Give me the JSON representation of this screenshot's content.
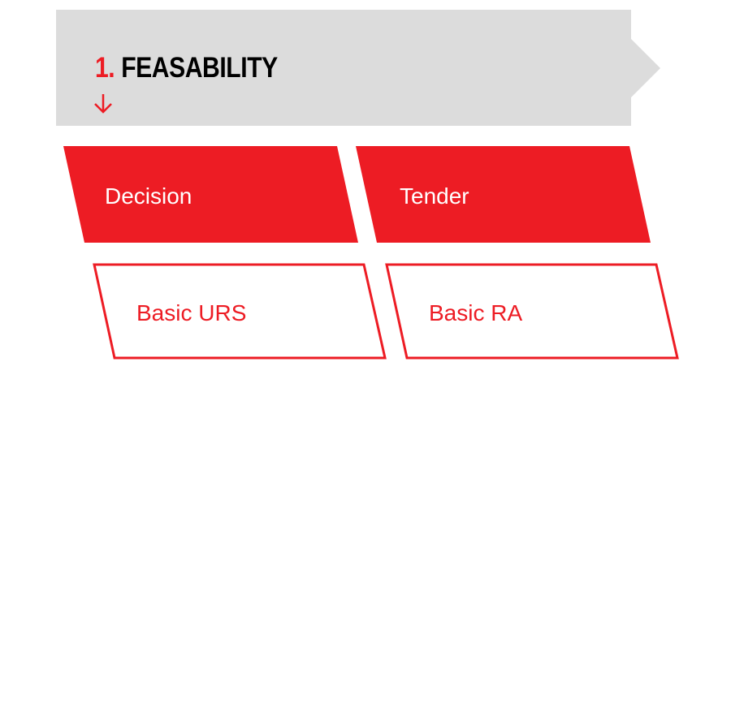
{
  "colors": {
    "accent": "#ed1c24",
    "banner_bg": "#dcdcdc",
    "title_text": "#000000",
    "filled_text": "#ffffff",
    "background": "#ffffff"
  },
  "phase": {
    "number": "1.",
    "title": "FEASABILITY",
    "icon": "arrow-down-icon"
  },
  "steps": {
    "primary": [
      {
        "label": "Decision",
        "style": "filled"
      },
      {
        "label": "Tender",
        "style": "filled"
      }
    ],
    "secondary": [
      {
        "label": "Basic URS",
        "style": "outline"
      },
      {
        "label": "Basic RA",
        "style": "outline"
      }
    ]
  }
}
